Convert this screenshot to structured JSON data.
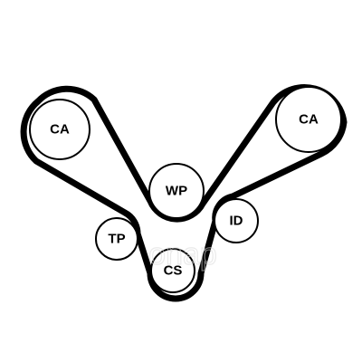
{
  "diagram": {
    "pulleys": {
      "ca_left": "CA",
      "ca_right": "CA",
      "wp": "WP",
      "tp": "TP",
      "id": "ID",
      "cs": "CS"
    },
    "watermark": "onap",
    "belt_color": "#000000"
  }
}
